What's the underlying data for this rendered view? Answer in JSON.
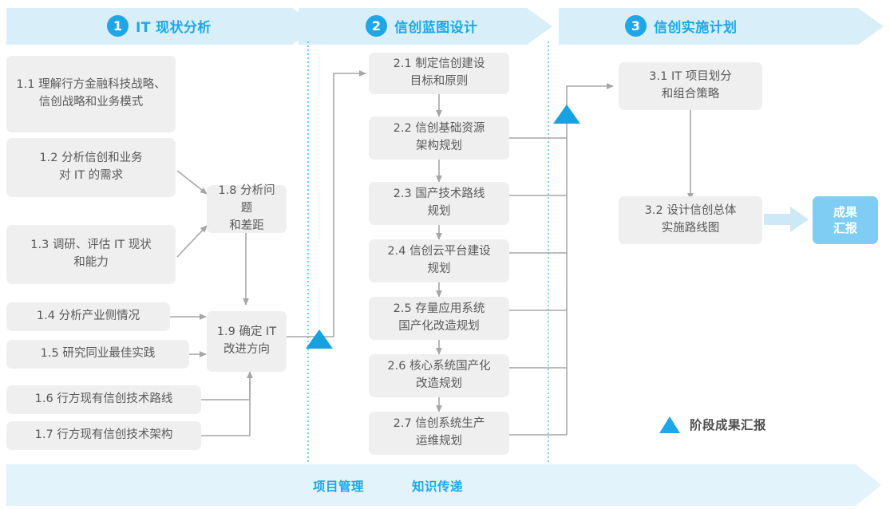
{
  "header": {
    "phases": [
      {
        "num": "1",
        "title": "IT 现状分析"
      },
      {
        "num": "2",
        "title": "信创蓝图设计"
      },
      {
        "num": "3",
        "title": "信创实施计划"
      }
    ],
    "band_color": "#D8EEF9",
    "accent_color": "#1EA7E8"
  },
  "phase1": {
    "inputs": [
      {
        "id": "1.1",
        "label": "1.1 理解行方金融科技战略、\n信创战略和业务模式"
      },
      {
        "id": "1.2",
        "label": "1.2 分析信创和业务\n对 IT 的需求"
      },
      {
        "id": "1.3",
        "label": "1.3 调研、评估 IT 现状\n和能力"
      },
      {
        "id": "1.4",
        "label": "1.4 分析产业侧情况"
      },
      {
        "id": "1.5",
        "label": "1.5 研究同业最佳实践"
      },
      {
        "id": "1.6",
        "label": "1.6 行方现有信创技术路线"
      },
      {
        "id": "1.7",
        "label": "1.7 行方现有信创技术架构"
      }
    ],
    "synth": [
      {
        "id": "1.8",
        "label": "1.8 分析问题\n和差距"
      },
      {
        "id": "1.9",
        "label": "1.9 确定 IT\n改进方向"
      }
    ]
  },
  "phase2": {
    "items": [
      {
        "id": "2.1",
        "label": "2.1 制定信创建设\n目标和原则"
      },
      {
        "id": "2.2",
        "label": "2.2 信创基础资源\n架构规划"
      },
      {
        "id": "2.3",
        "label": "2.3 国产技术路线\n规划"
      },
      {
        "id": "2.4",
        "label": "2.4 信创云平台建设\n规划"
      },
      {
        "id": "2.5",
        "label": "2.5 存量应用系统\n国产化改造规划"
      },
      {
        "id": "2.6",
        "label": "2.6 核心系统国产化\n改造规划"
      },
      {
        "id": "2.7",
        "label": "2.7 信创系统生产\n运维规划"
      }
    ]
  },
  "phase3": {
    "items": [
      {
        "id": "3.1",
        "label": "3.1 IT 项目划分\n和组合策略"
      },
      {
        "id": "3.2",
        "label": "3.2 设计信创总体\n实施路线图"
      }
    ],
    "result": "成果\n汇报"
  },
  "legend": {
    "marker_label": "阶段成果汇报",
    "marker_color": "#1EA7E8"
  },
  "footer": {
    "labels": [
      "项目管理",
      "知识传递"
    ],
    "band_color": "#E2F3FB"
  }
}
